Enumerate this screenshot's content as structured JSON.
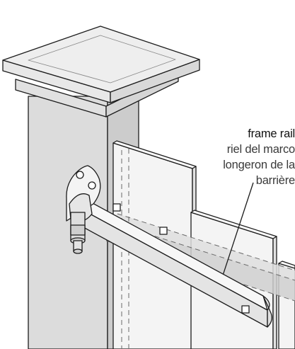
{
  "callout": {
    "en": "frame rail",
    "es": "riel del marco",
    "fr_line1": "longeron de la",
    "fr_line2": "barrière"
  },
  "colors": {
    "post": "#dcdcdc",
    "post_cap": "#e6e6e6",
    "picket": "#f4f4f4",
    "rail_shade": "#cfcfcf",
    "strap": "#f7f7f7",
    "outline": "#1c1c1c"
  },
  "icons": [
    "gate-post",
    "post-cap",
    "fence-picket",
    "frame-rail",
    "hinge-strap",
    "hinge-pin"
  ]
}
